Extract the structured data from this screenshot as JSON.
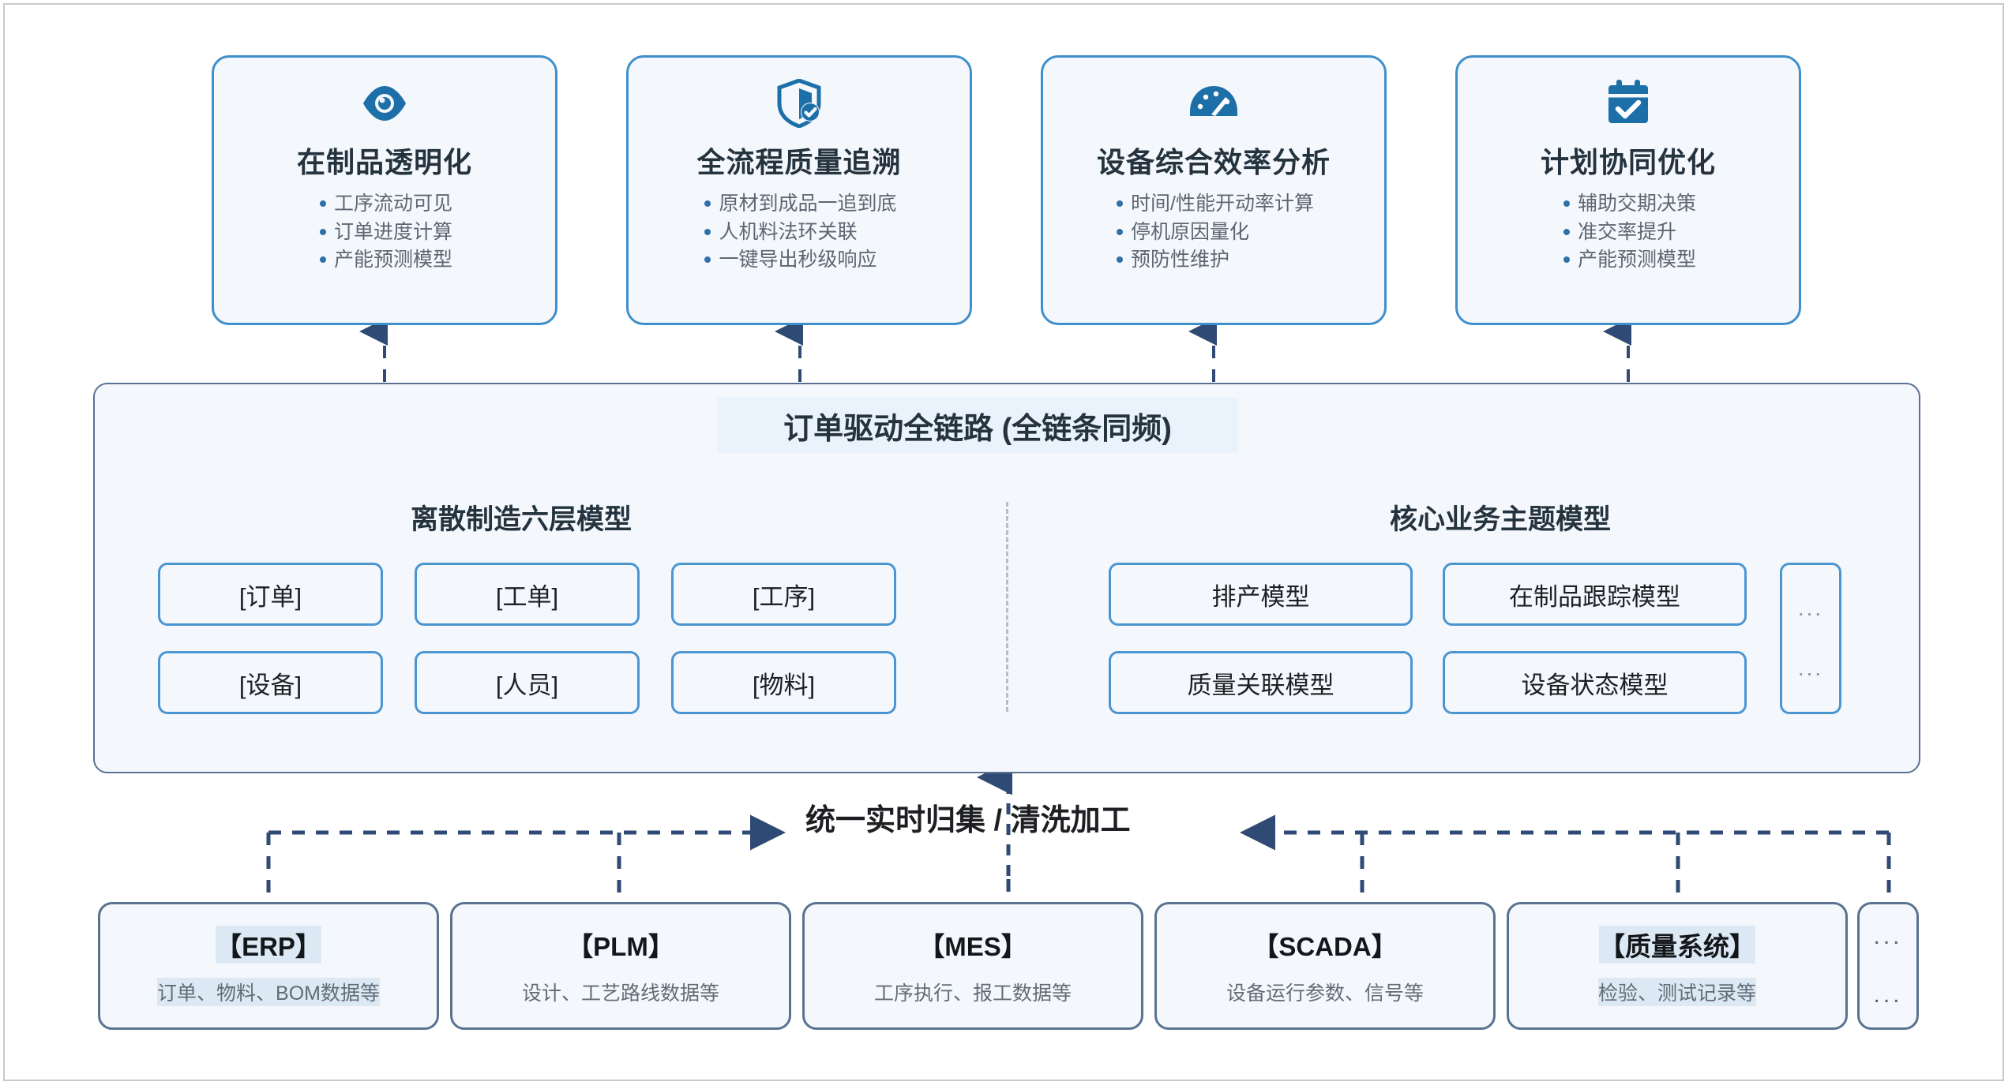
{
  "value_cards": [
    {
      "icon": "eye-icon",
      "title": "在制品透明化",
      "bullets": [
        "工序流动可见",
        "订单进度计算",
        "产能预测模型"
      ]
    },
    {
      "icon": "shield-check-icon",
      "title": "全流程质量追溯",
      "bullets": [
        "原材到成品一追到底",
        "人机料法环关联",
        "一键导出秒级响应"
      ]
    },
    {
      "icon": "gauge-icon",
      "title": "设备综合效率分析",
      "bullets": [
        "时间/性能开动率计算",
        "停机原因量化",
        "预防性维护"
      ]
    },
    {
      "icon": "calendar-check-icon",
      "title": "计划协同优化",
      "bullets": [
        "辅助交期决策",
        "准交率提升",
        "产能预测模型"
      ]
    }
  ],
  "panel": {
    "banner": "订单驱动全链路 (全链条同频)",
    "left": {
      "title": "离散制造六层模型",
      "tags": [
        "[订单]",
        "[工单]",
        "[工序]",
        "[设备]",
        "[人员]",
        "[物料]"
      ]
    },
    "right": {
      "title": "核心业务主题模型",
      "tags": [
        "排产模型",
        "在制品跟踪模型",
        "质量关联模型",
        "设备状态模型"
      ],
      "more": "..."
    }
  },
  "mid_label": "统一实时归集 / 清洗加工",
  "sources": [
    {
      "name": "【ERP】",
      "desc": "订单、物料、BOM数据等",
      "selected": true
    },
    {
      "name": "【PLM】",
      "desc": "设计、工艺路线数据等",
      "selected": false
    },
    {
      "name": "【MES】",
      "desc": "工序执行、报工数据等",
      "selected": false
    },
    {
      "name": "【SCADA】",
      "desc": "设备运行参数、信号等",
      "selected": false
    },
    {
      "name": "【质量系统】",
      "desc": "检验、测试记录等",
      "selected": true
    }
  ],
  "sources_more": "...",
  "colors": {
    "card_border": "#3f8fcc",
    "card_fill": "#f4f8fd",
    "panel_border": "#5a7291",
    "arrow_blue": "#3b7fd4",
    "arrow_navy": "#2f4a74",
    "title_text": "#25333f",
    "bullet_text": "#5d6671",
    "selection_highlight": "#dce9f5"
  }
}
